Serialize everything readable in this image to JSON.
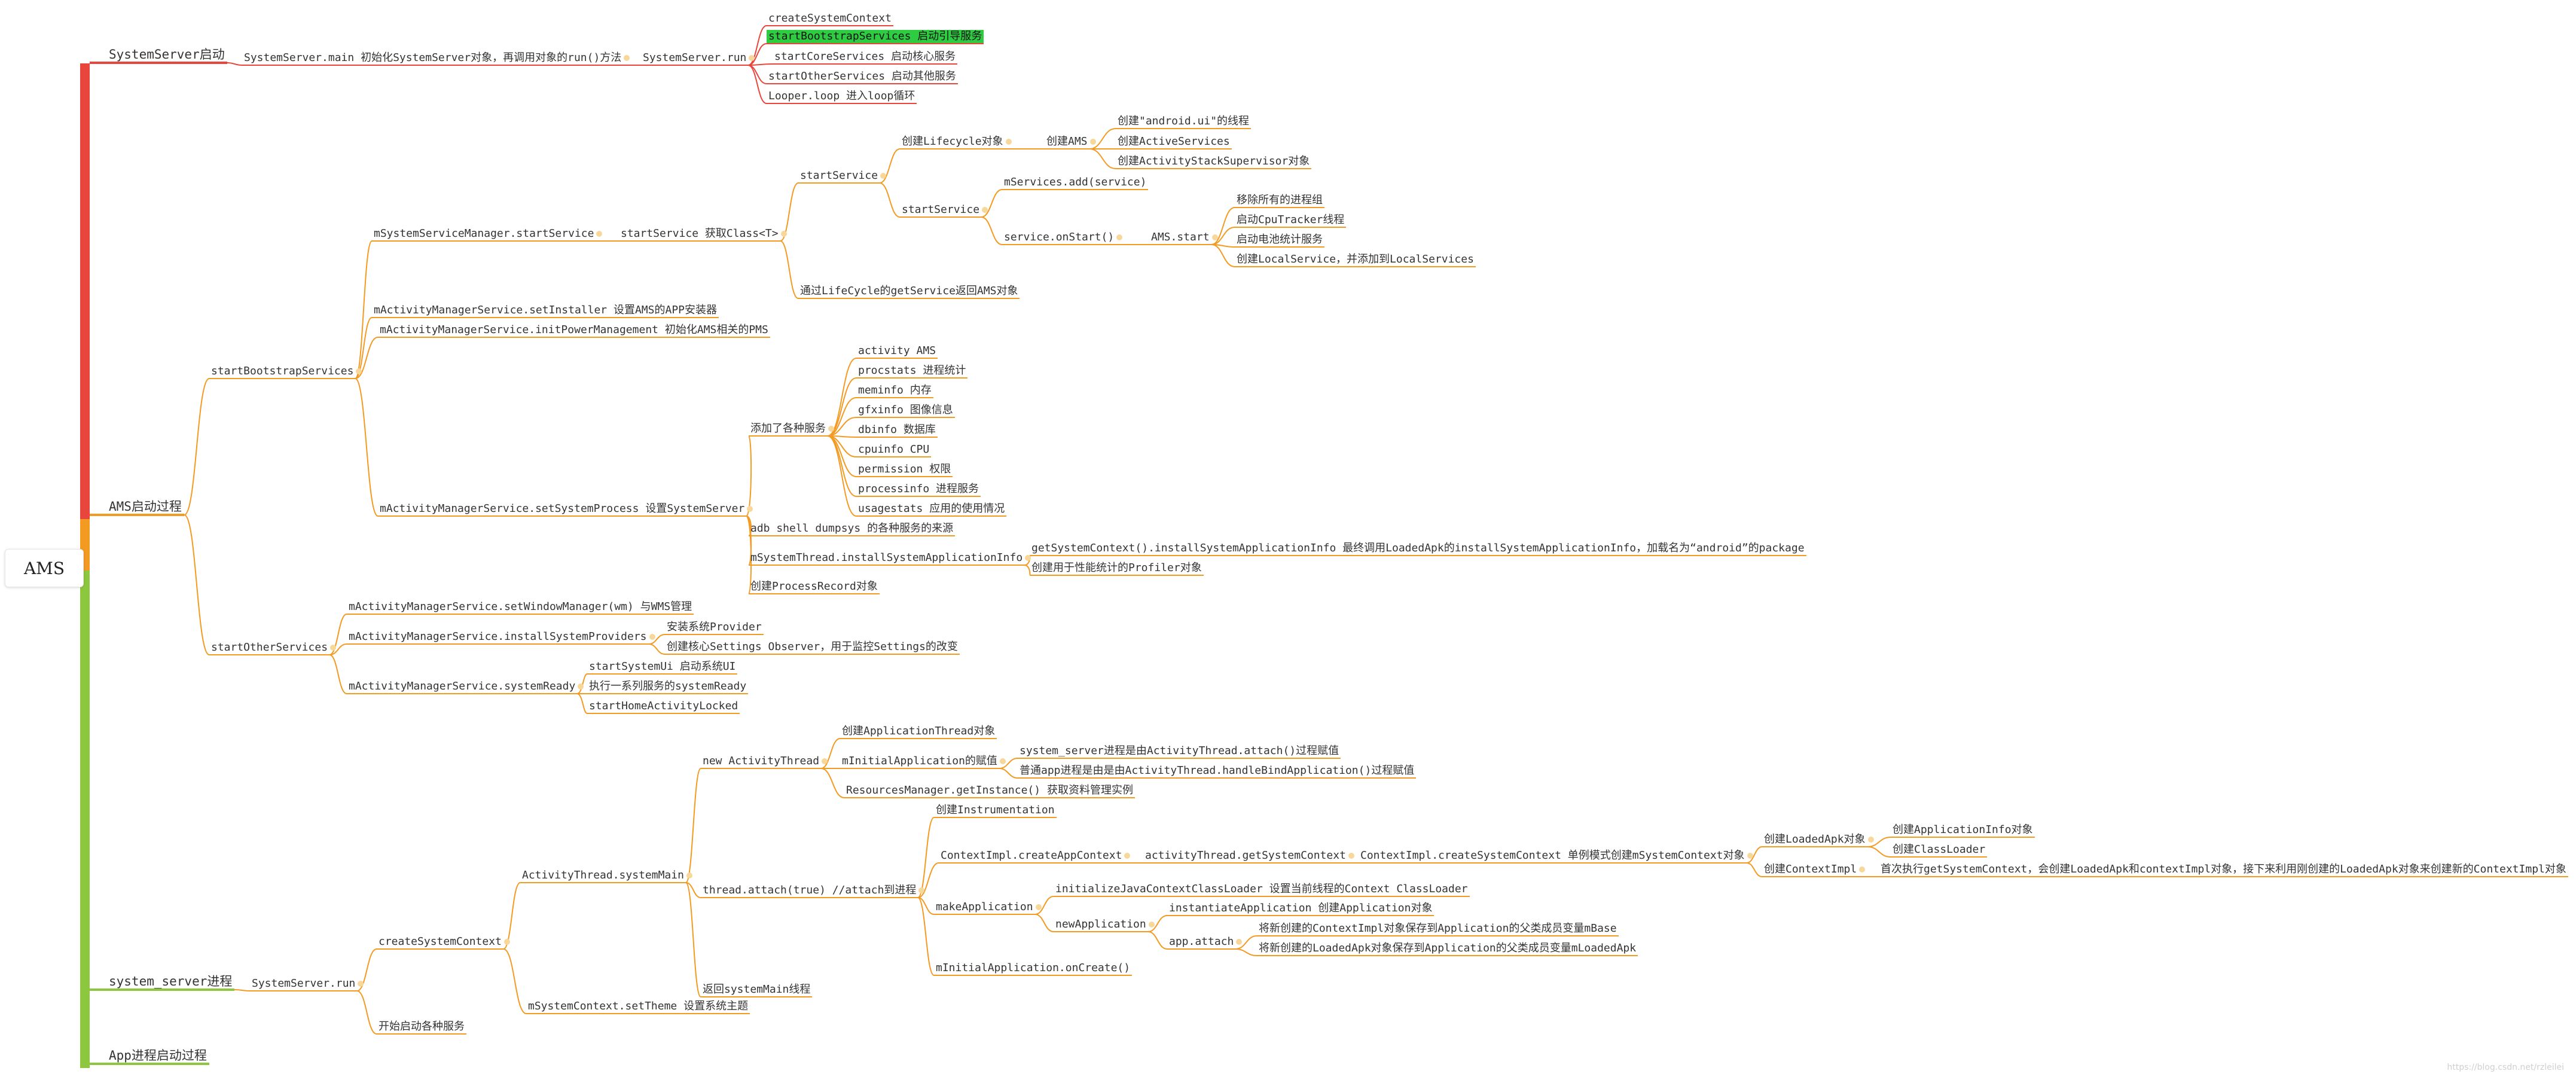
{
  "mindmap": {
    "root": "AMS",
    "branches": {
      "systemserver_start": "SystemServer启动",
      "ams_start": "AMS启动过程",
      "system_server_process": "system_server进程",
      "app_process": "App进程启动过程"
    },
    "nodes": {
      "ss_main": "SystemServer.main 初始化SystemServer对象，再调用对象的run()方法",
      "ss_run": "SystemServer.run",
      "create_system_context": "createSystemContext",
      "start_bootstrap_services": "startBootstrapServices 启动引导服务",
      "start_core_services": "startCoreServices 启动核心服务",
      "start_other_services": "startOtherServices 启动其他服务",
      "looper_loop": "Looper.loop 进入loop循环",
      "ams_bootstrap": "startBootstrapServices",
      "ams_other": "startOtherServices",
      "ssm_start_service": "mSystemServiceManager.startService",
      "start_service_get_class": "startService 获取Class<T>",
      "start_service_a": "startService",
      "create_lifecycle": "创建Lifecycle对象",
      "create_ams": "创建AMS",
      "create_android_ui": "创建\"android.ui\"的线程",
      "create_active_services": "创建ActiveServices",
      "create_stack_supervisor": "创建ActivityStackSupervisor对象",
      "start_service_b": "startService",
      "mservices_add": "mServices.add(service)",
      "service_onstart": "service.onStart()",
      "ams_start_node": "AMS.start",
      "remove_process_groups": "移除所有的进程组",
      "start_cpu_tracker": "启动CpuTracker线程",
      "start_battery_stats": "启动电池统计服务",
      "create_local_service": "创建LocalService，并添加到LocalServices",
      "lifecycle_get_service": "通过LifeCycle的getService返回AMS对象",
      "set_installer": "mActivityManagerService.setInstaller  设置AMS的APP安装器",
      "init_power_management": "mActivityManagerService.initPowerManagement 初始化AMS相关的PMS",
      "set_system_process": "mActivityManagerService.setSystemProcess 设置SystemServer",
      "add_services": "添加了各种服务",
      "svc_activity": "activity  AMS",
      "svc_procstats": "procstats  进程统计",
      "svc_meminfo": "meminfo 内存",
      "svc_gfxinfo": "gfxinfo 图像信息",
      "svc_dbinfo": "dbinfo 数据库",
      "svc_cpuinfo": "cpuinfo CPU",
      "svc_permission": "permission  权限",
      "svc_processinfo": "processinfo 进程服务",
      "svc_usagestats": "usagestats 应用的使用情况",
      "adb_dumpsys": "adb shell dumpsys 的各种服务的来源",
      "install_system_app_info": "mSystemThread.installSystemApplicationInfo",
      "get_system_context_install": "getSystemContext().installSystemApplicationInfo  最终调用LoadedApk的installSystemApplicationInfo，加载名为“android”的package",
      "create_profiler": "创建用于性能统计的Profiler对象",
      "create_process_record": "创建ProcessRecord对象",
      "set_window_manager": "mActivityManagerService.setWindowManager(wm)  与WMS管理",
      "install_system_providers": "mActivityManagerService.installSystemProviders",
      "install_system_provider": "安装系统Provider",
      "create_settings_observer": "创建核心Settings Observer，用于监控Settings的改变",
      "system_ready": "mActivityManagerService.systemReady",
      "start_system_ui": "startSystemUi 启动系统UI",
      "run_system_ready": "执行一系列服务的systemReady",
      "start_home_activity": "startHomeActivityLocked",
      "ssp_run": "SystemServer.run",
      "ssp_create_system_context": "createSystemContext",
      "ssp_start_services": "开始启动各种服务",
      "activity_thread_system_main": "ActivityThread.systemMain",
      "set_theme": "mSystemContext.setTheme 设置系统主题",
      "new_activity_thread": "new ActivityThread",
      "create_application_thread": "创建ApplicationThread对象",
      "minitial_application_assign": "mInitialApplication的赋值",
      "ma_system_server": "system_server进程是由ActivityThread.attach()过程赋值",
      "ma_normal_app": "普通app进程是由是由ActivityThread.handleBindApplication()过程赋值",
      "resources_manager": "ResourcesManager.getInstance() 获取资料管理实例",
      "thread_attach": "thread.attach(true) //attach到进程",
      "create_instrumentation": "创建Instrumentation",
      "context_impl_create_app_context": "ContextImpl.createAppContext",
      "activity_thread_get_system_context": "activityThread.getSystemContext",
      "context_impl_create_system_context": "ContextImpl.createSystemContext  单例模式创建mSystemContext对象",
      "create_loaded_apk": "创建LoadedApk对象",
      "create_application_info": "创建ApplicationInfo对象",
      "create_class_loader": "创建ClassLoader",
      "create_context_impl": "创建ContextImpl",
      "first_get_system_context": "首次执行getSystemContext，会创建LoadedApk和contextImpl对象，接下来利用刚创建的LoadedApk对象来创建新的ContextImpl对象",
      "make_application": "makeApplication",
      "init_java_context_classloader": "initializeJavaContextClassLoader  设置当前线程的Context ClassLoader",
      "new_application": "newApplication",
      "instantiate_application": "instantiateApplication 创建Application对象",
      "app_attach": "app.attach",
      "save_context_impl": "将新创建的ContextImpl对象保存到Application的父类成员变量mBase",
      "save_loaded_apk": "将新创建的LoadedApk对象保存到Application的父类成员变量mLoadedApk",
      "minitial_on_create": "mInitialApplication.onCreate()",
      "return_system_main": "返回systemMain线程"
    }
  },
  "watermark": "https://blog.csdn.net/rzleilei",
  "colors": {
    "red": "#e8453c",
    "orange": "#f39a23",
    "green": "#8dc63f",
    "highlight": "#2ecc40"
  }
}
